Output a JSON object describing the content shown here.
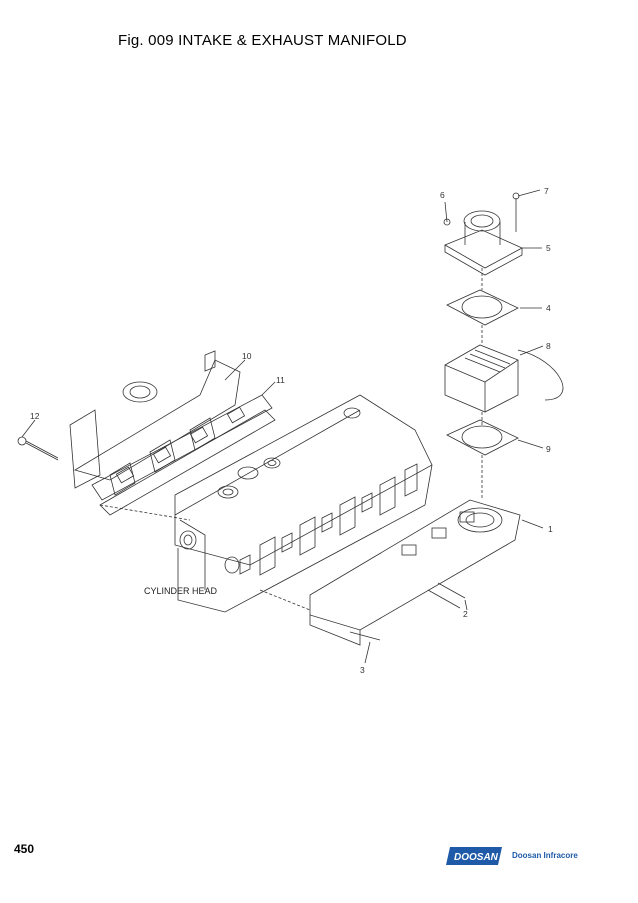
{
  "header": {
    "title": "Fig. 009 INTAKE & EXHAUST MANIFOLD"
  },
  "diagram": {
    "callouts": [
      "1",
      "2",
      "3",
      "4",
      "5",
      "6",
      "7",
      "8",
      "9",
      "10",
      "11",
      "12"
    ],
    "cylinder_head_label": "CYLINDER HEAD"
  },
  "footer": {
    "page_number": "450",
    "logo_text": "DOOSAN",
    "brand_text": "Doosan Infracore",
    "brand_color": "#1e5aa8"
  }
}
